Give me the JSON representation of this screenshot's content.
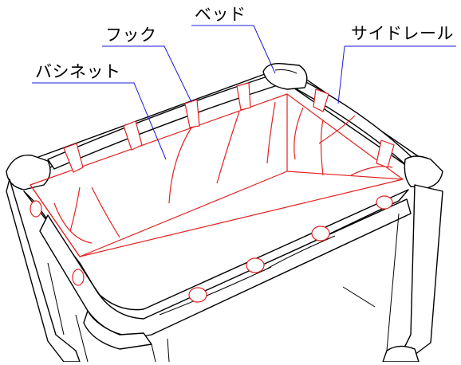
{
  "labels": {
    "bassinet": "バシネット",
    "hook": "フック",
    "bed": "ベッド",
    "side_rail": "サイドレール"
  },
  "colors": {
    "bassinet_outline": "#e32222",
    "leader_line": "#1a1ad8",
    "frame": "#000000"
  }
}
